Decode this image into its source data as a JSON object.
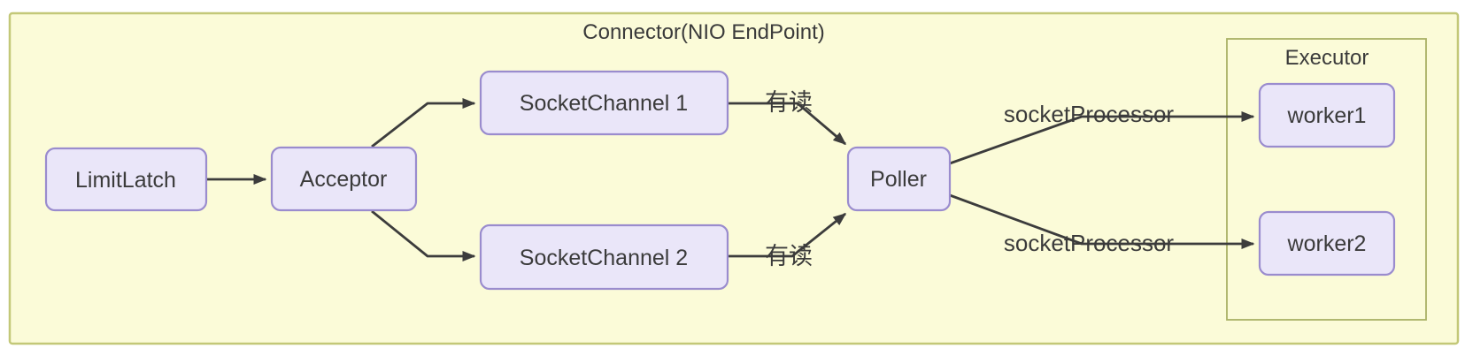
{
  "diagram": {
    "title": "Connector(NIO EndPoint)",
    "executor_label": "Executor",
    "nodes": {
      "limitlatch": "LimitLatch",
      "acceptor": "Acceptor",
      "socketchannel1": "SocketChannel 1",
      "socketchannel2": "SocketChannel 2",
      "poller": "Poller",
      "worker1": "worker1",
      "worker2": "worker2"
    },
    "edge_labels": {
      "read_1": "有读",
      "read_2": "有读",
      "socket_processor_1": "socketProcessor",
      "socket_processor_2": "socketProcessor"
    },
    "edges": [
      {
        "from": "LimitLatch",
        "to": "Acceptor",
        "label": ""
      },
      {
        "from": "Acceptor",
        "to": "SocketChannel 1",
        "label": ""
      },
      {
        "from": "Acceptor",
        "to": "SocketChannel 2",
        "label": ""
      },
      {
        "from": "SocketChannel 1",
        "to": "Poller",
        "label": "有读"
      },
      {
        "from": "SocketChannel 2",
        "to": "Poller",
        "label": "有读"
      },
      {
        "from": "Poller",
        "to": "worker1",
        "label": "socketProcessor"
      },
      {
        "from": "Poller",
        "to": "worker2",
        "label": "socketProcessor"
      }
    ],
    "colors": {
      "container_fill": "#fbfbd8",
      "container_border": "#c3c878",
      "executor_border": "#a9b164",
      "node_fill": "#eae6f9",
      "node_border": "#9a8cce",
      "arrow": "#3c3c3c",
      "text": "#3b3b3b"
    }
  }
}
